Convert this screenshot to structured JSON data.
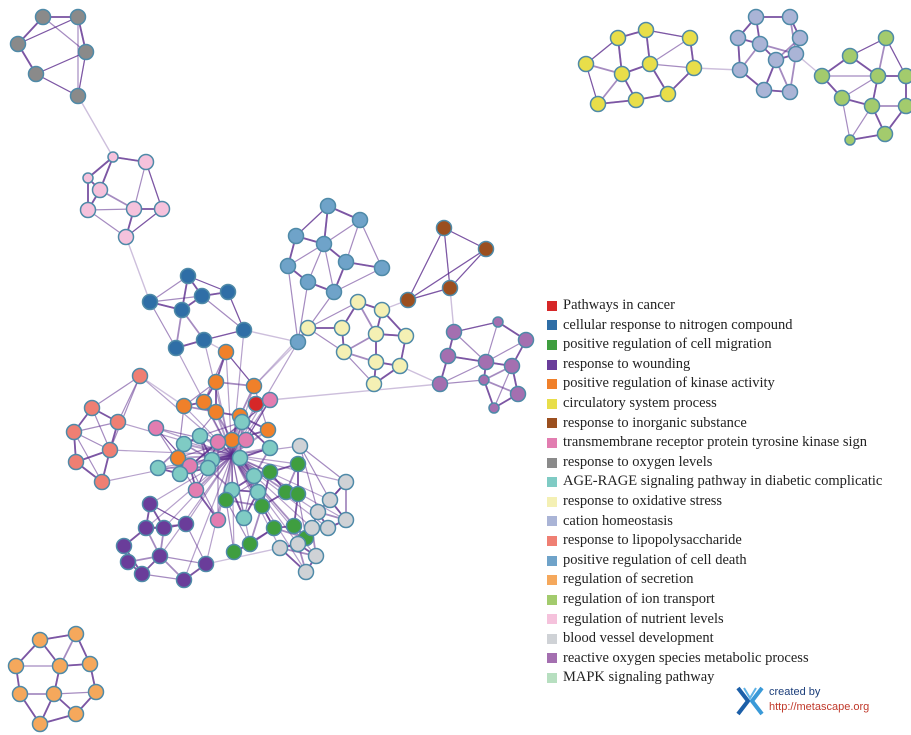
{
  "legend": {
    "items": [
      {
        "label": "Pathways in cancer",
        "color": "#d62728"
      },
      {
        "label": "cellular response to nitrogen compound",
        "color": "#2f6ea6"
      },
      {
        "label": "positive regulation of cell migration",
        "color": "#3f9e3f"
      },
      {
        "label": "response to wounding",
        "color": "#6a3d9a"
      },
      {
        "label": "positive regulation of kinase activity",
        "color": "#f0802a"
      },
      {
        "label": "circulatory system process",
        "color": "#e8de4a"
      },
      {
        "label": "response to inorganic substance",
        "color": "#9b4f1f"
      },
      {
        "label": "transmembrane receptor protein tyrosine kinase sign",
        "color": "#e27db0"
      },
      {
        "label": "response to oxygen levels",
        "color": "#8a8a8a"
      },
      {
        "label": "AGE-RAGE signaling pathway in diabetic complicatic",
        "color": "#7fcbc4"
      },
      {
        "label": "response to oxidative stress",
        "color": "#f4f0b4"
      },
      {
        "label": "cation homeostasis",
        "color": "#aab4d6"
      },
      {
        "label": "response to lipopolysaccharide",
        "color": "#ef7f73"
      },
      {
        "label": "positive regulation of cell death",
        "color": "#6fa3c9"
      },
      {
        "label": "regulation of secretion",
        "color": "#f5a85c"
      },
      {
        "label": "regulation of ion transport",
        "color": "#a3cb6d"
      },
      {
        "label": "regulation of nutrient levels",
        "color": "#f5c2dc"
      },
      {
        "label": "blood vessel development",
        "color": "#cfd2d6"
      },
      {
        "label": "reactive oxygen species metabolic process",
        "color": "#a46fb0"
      },
      {
        "label": "MAPK signaling pathway",
        "color": "#b7dfc0"
      }
    ]
  },
  "watermark": {
    "created_by": "created by",
    "url": "http://metascape.org"
  },
  "diagram": {
    "node_stroke_color": "#4f8aa8",
    "edge_color": "#5b2c8c"
  }
}
